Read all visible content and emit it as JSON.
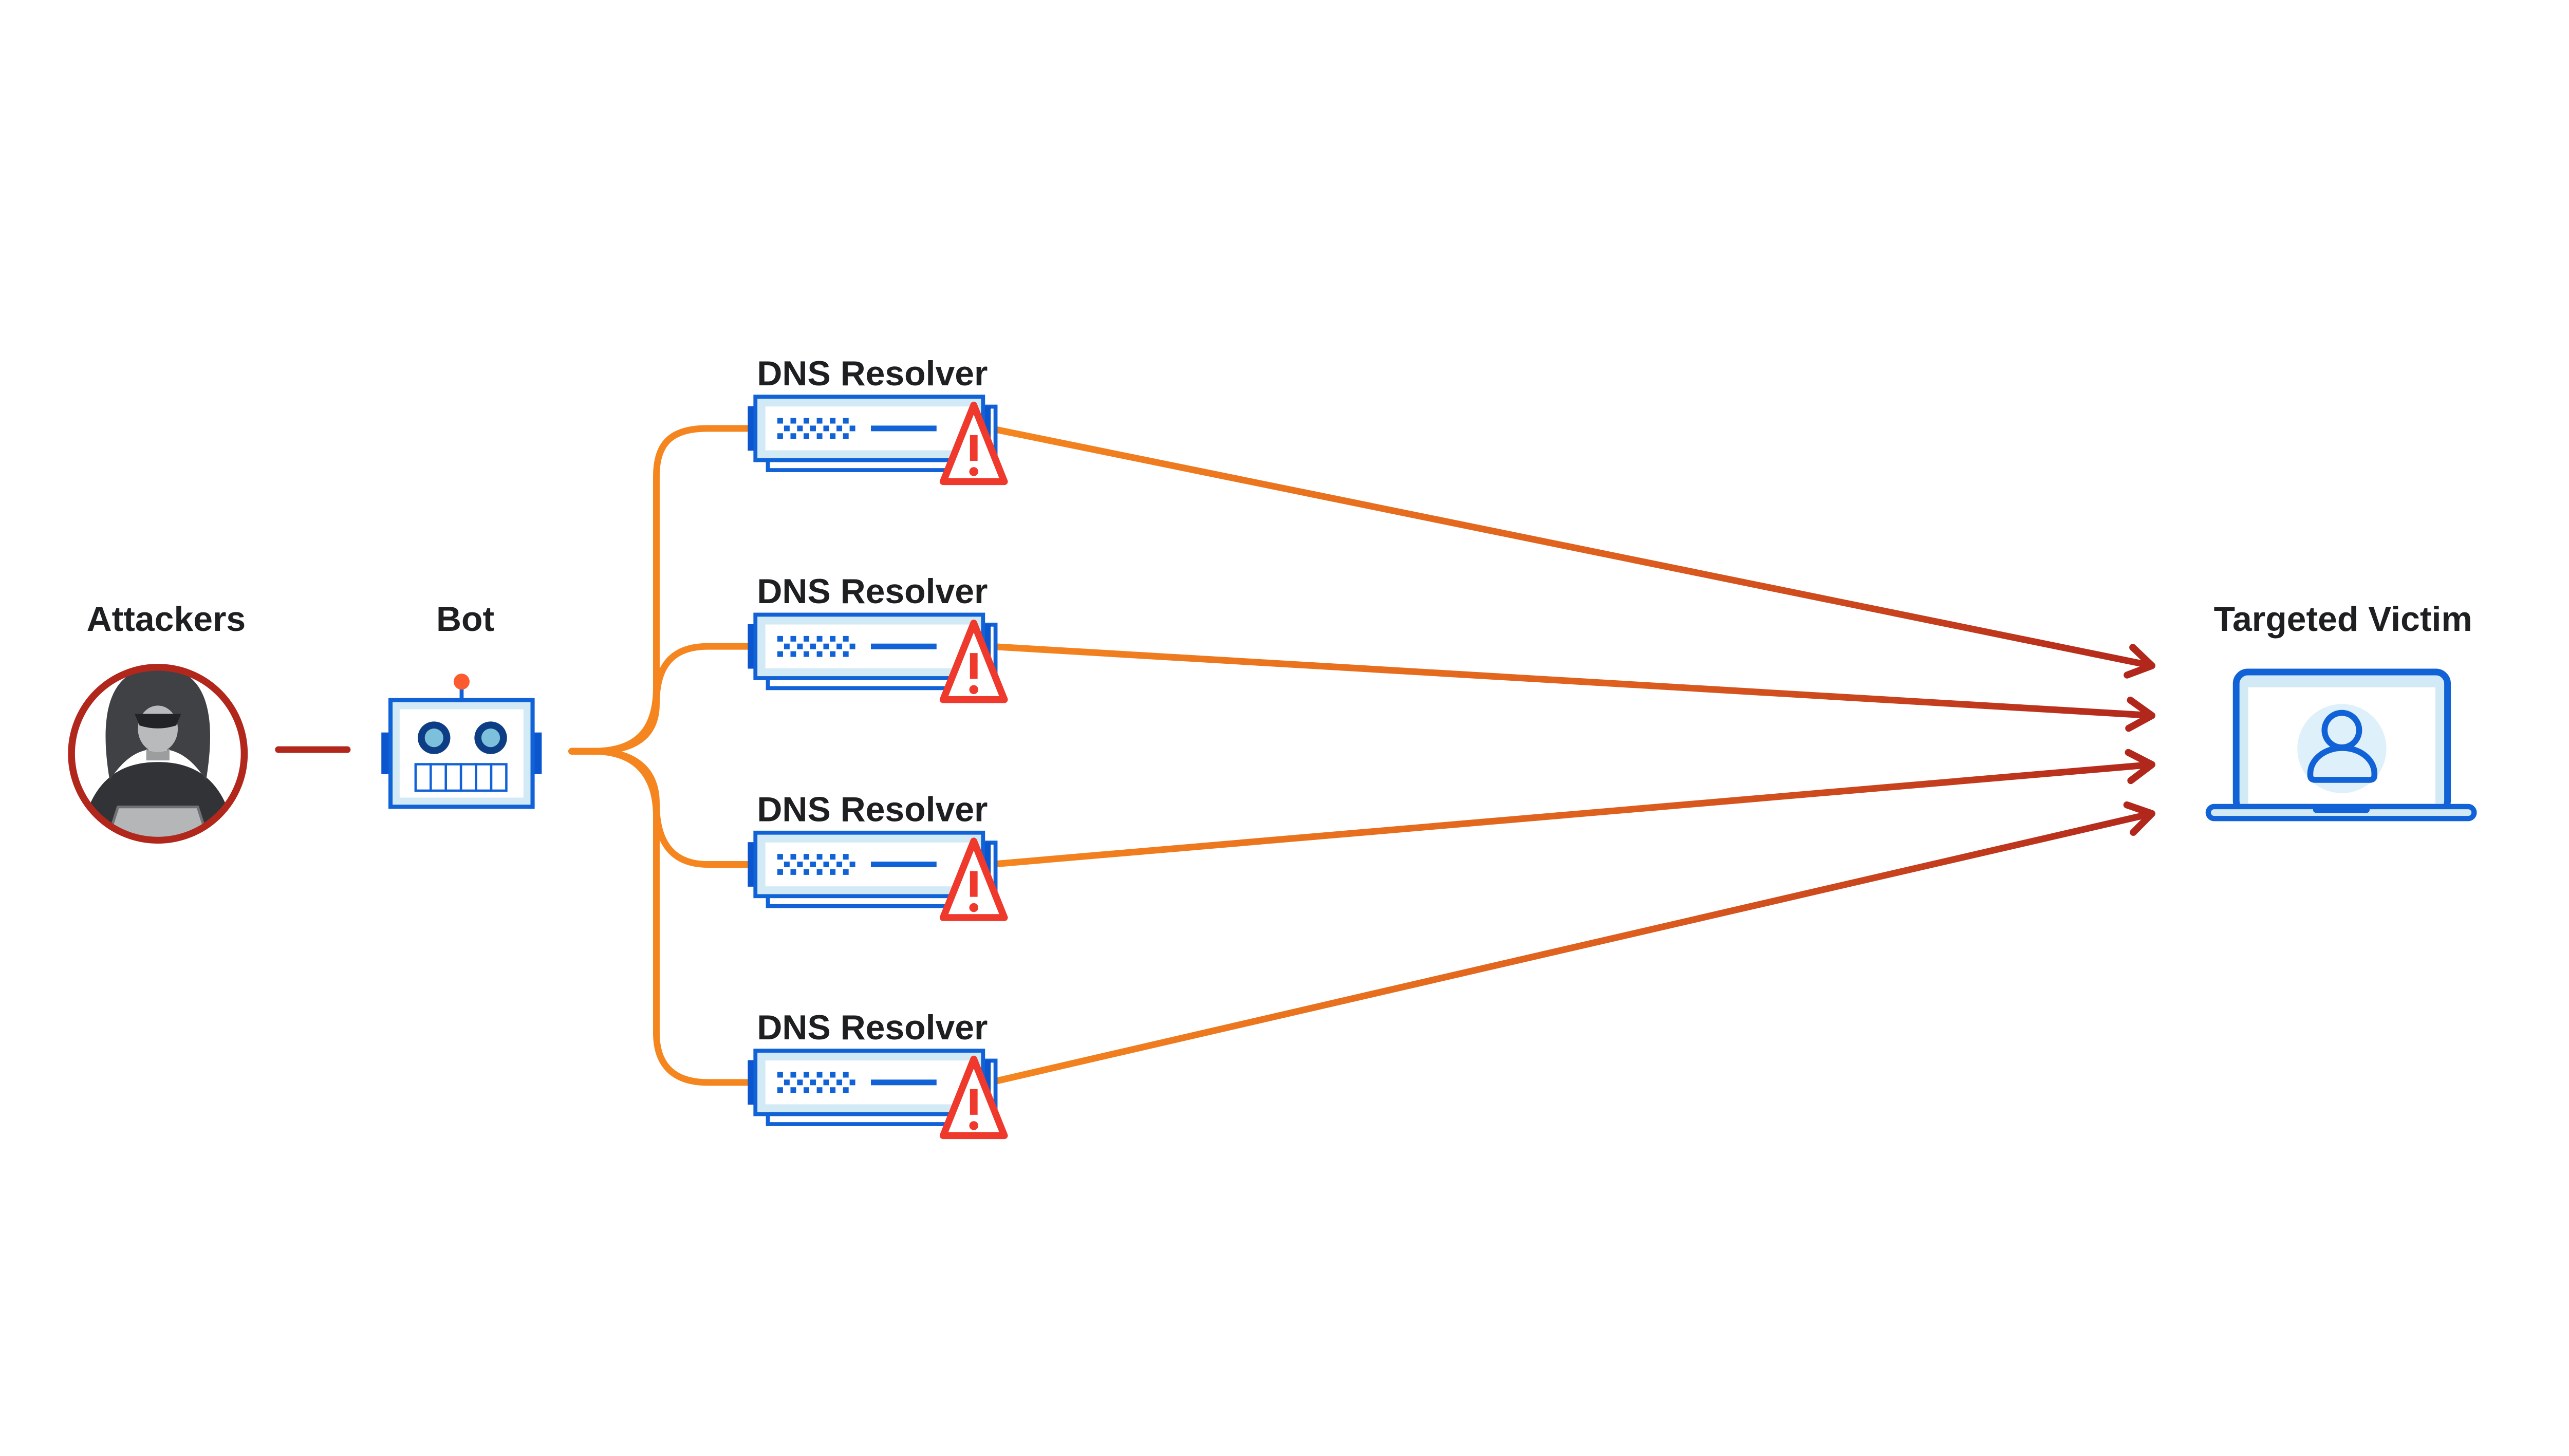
{
  "diagram": {
    "type": "network-attack-diagram",
    "subject": "DNS amplification DDoS attack flow"
  },
  "nodes": {
    "attackers": {
      "label": "Attackers",
      "icon": "hooded-hacker-icon"
    },
    "bot": {
      "label": "Bot",
      "icon": "robot-icon"
    },
    "resolvers": [
      {
        "label": "DNS Resolver",
        "icon": "server-icon",
        "status_icon": "warning-triangle-icon"
      },
      {
        "label": "DNS Resolver",
        "icon": "server-icon",
        "status_icon": "warning-triangle-icon"
      },
      {
        "label": "DNS Resolver",
        "icon": "server-icon",
        "status_icon": "warning-triangle-icon"
      },
      {
        "label": "DNS Resolver",
        "icon": "server-icon",
        "status_icon": "warning-triangle-icon"
      }
    ],
    "victim": {
      "label": "Targeted Victim",
      "icon": "laptop-user-icon"
    }
  },
  "edges": {
    "attacker_to_bot": {
      "style": "solid",
      "color": "#b2271c"
    },
    "bot_to_resolvers": {
      "count": 4,
      "style": "curved-branch",
      "color": "#f5861f"
    },
    "resolvers_to_victim": {
      "count": 4,
      "style": "arrow",
      "gradient_from": "#f5861f",
      "gradient_to": "#b2271c"
    }
  },
  "colors": {
    "background": "#ffffff",
    "primary_blue": "#1062d6",
    "solid_tab_blue": "#0b55cf",
    "navy_eye": "#0c3d85",
    "inner_eye_blue": "#7cc0dc",
    "light_blue_band": "#d2e9f6",
    "avatar_bg_blue": "#def0f9",
    "branch_orange": "#f5861f",
    "antenna_orange": "#fb5b2e",
    "brick_red": "#b2271c",
    "warning_red": "#ee392c",
    "label_text": "#1e1f21",
    "hacker_hood_gray": "#404145",
    "hacker_face_gray": "#b9babc"
  }
}
